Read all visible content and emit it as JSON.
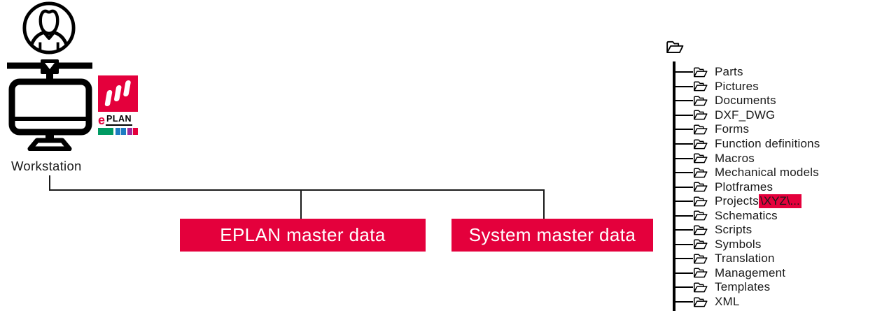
{
  "colors": {
    "accent": "#E4003C",
    "text": "#1a1a1a",
    "logo_bar": [
      "#009B63",
      "#1E7CC1",
      "#1E7CC1",
      "#9D2B9D",
      "#E4003C"
    ]
  },
  "workstation": {
    "label": "Workstation"
  },
  "logo": {
    "e": "e",
    "plan": "PLAN"
  },
  "icons": {
    "user": "user-avatar-icon",
    "monitor": "workstation-monitor-icon",
    "network_connector": "network-connector-icon",
    "folder": "folder-icon",
    "root_folder": "root-folder-icon"
  },
  "boxes": [
    {
      "label": "EPLAN master data"
    },
    {
      "label": "System master data"
    }
  ],
  "tree": {
    "items": [
      {
        "label": "Parts"
      },
      {
        "label": "Pictures"
      },
      {
        "label": "Documents"
      },
      {
        "label": "DXF_DWG"
      },
      {
        "label": "Forms"
      },
      {
        "label": "Function definitions"
      },
      {
        "label": "Macros"
      },
      {
        "label": "Mechanical models"
      },
      {
        "label": "Plotframes"
      },
      {
        "label": "Projects",
        "highlight": "\\XYZ\\..."
      },
      {
        "label": "Schematics"
      },
      {
        "label": "Scripts"
      },
      {
        "label": "Symbols"
      },
      {
        "label": "Translation"
      },
      {
        "label": "Management"
      },
      {
        "label": "Templates"
      },
      {
        "label": "XML"
      }
    ]
  }
}
